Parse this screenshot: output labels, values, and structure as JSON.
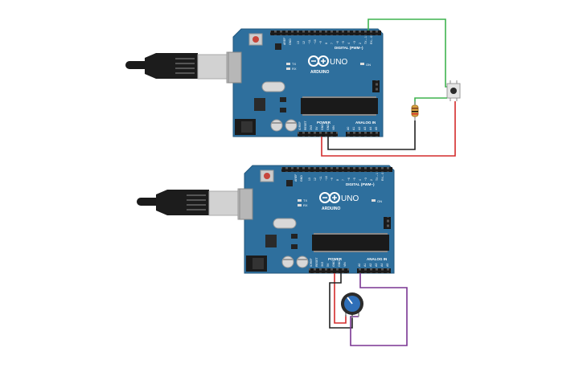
{
  "boards": [
    {
      "brand": "ARDUINO",
      "model": "UNO",
      "header_digital": "DIGITAL (PWM~)",
      "header_power": "POWER",
      "header_analog": "ANALOG IN",
      "label_on": "ON",
      "label_tx": "TX",
      "label_rx": "RX",
      "label_aref": "AREF",
      "label_gnd": "GND",
      "digital_pins": [
        "13",
        "12",
        "~11",
        "~10",
        "~9",
        "8",
        "7",
        "~6",
        "~5",
        "4",
        "~3",
        "2",
        "TX→1",
        "RX←0"
      ],
      "power_pins": [
        "IOREF",
        "RESET",
        "3V3",
        "5V",
        "GND",
        "GND",
        "VIN"
      ],
      "analog_pins": [
        "A0",
        "A1",
        "A2",
        "A3",
        "A4",
        "A5"
      ]
    },
    {
      "brand": "ARDUINO",
      "model": "UNO",
      "header_digital": "DIGITAL (PWM~)",
      "header_power": "POWER",
      "header_analog": "ANALOG IN",
      "label_on": "ON",
      "label_tx": "TX",
      "label_rx": "RX",
      "label_aref": "AREF",
      "label_gnd": "GND",
      "digital_pins": [
        "13",
        "12",
        "~11",
        "~10",
        "~9",
        "8",
        "7",
        "~6",
        "~5",
        "4",
        "~3",
        "2",
        "TX→1",
        "RX←0"
      ],
      "power_pins": [
        "IOREF",
        "RESET",
        "3V3",
        "5V",
        "GND",
        "GND",
        "VIN"
      ],
      "analog_pins": [
        "A0",
        "A1",
        "A2",
        "A3",
        "A4",
        "A5"
      ]
    }
  ],
  "colors": {
    "board": "#2e6f9d",
    "board_edge": "#24587e",
    "wire_green": "#3fb34f",
    "wire_red": "#d42b2b",
    "wire_black": "#222222",
    "wire_purple": "#7a3592",
    "pot_knob": "#2f6fb8"
  },
  "icons": {
    "usb_cable": "usb-cable-icon",
    "pushbutton": "pushbutton-icon",
    "resistor": "resistor-icon",
    "potentiometer": "potentiometer-icon"
  }
}
